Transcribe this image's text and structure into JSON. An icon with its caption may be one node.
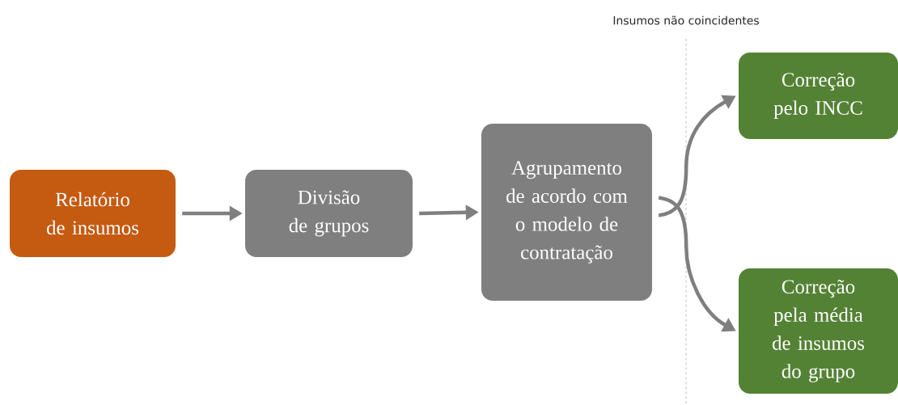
{
  "diagram": {
    "nodes": [
      {
        "text": [
          "Relatório de insumos"
        ]
      },
      {
        "text": [
          "Divisão de grupos"
        ]
      },
      {
        "text": [
          "Agrupamento de acordo com o modelo de contratação"
        ]
      },
      {
        "text": [
          "Correção pelo INCC"
        ]
      },
      {
        "text": [
          "Correção pela média de insumos do grupo"
        ]
      }
    ],
    "edges": [
      {
        "from": 0,
        "to": 1,
        "arrow": "to"
      },
      {
        "from": 1,
        "to": 2,
        "arrow": "to"
      },
      {
        "from": 2,
        "to": 3,
        "arrow": "to"
      },
      {
        "from": 2,
        "to": 4,
        "arrow": "to"
      }
    ],
    "labels": [
      "Insumos não coincidentes"
    ]
  }
}
